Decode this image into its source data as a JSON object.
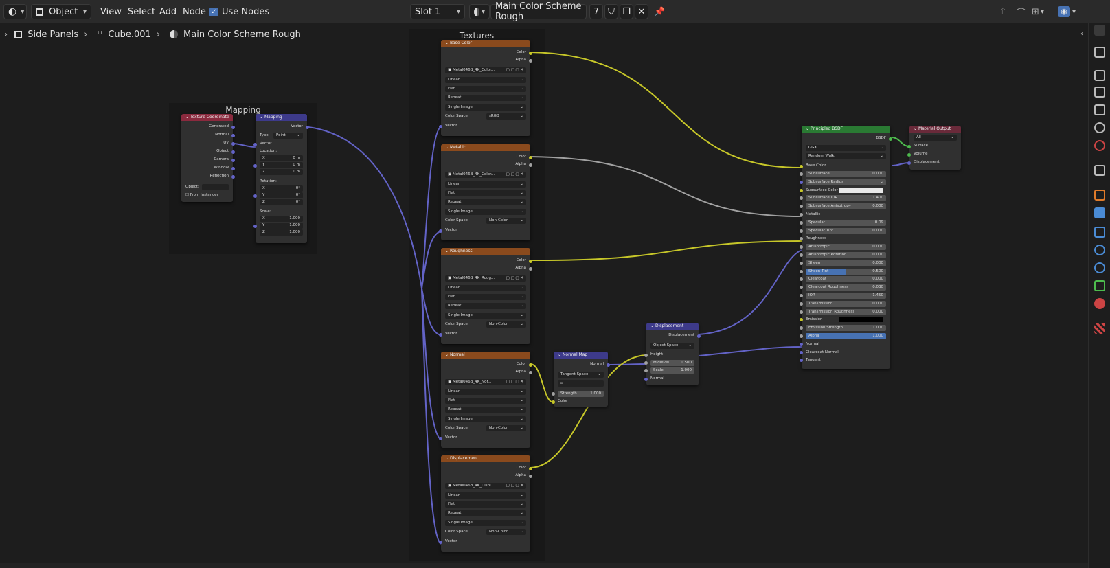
{
  "header": {
    "mode": "Object",
    "menus": [
      "View",
      "Select",
      "Add",
      "Node"
    ],
    "use_nodes_label": "Use Nodes",
    "slot": "Slot 1",
    "material_name": "Main Color Scheme Rough",
    "users": "7"
  },
  "breadcrumb": [
    "Side Panels",
    "Cube.001",
    "Main Color Scheme Rough"
  ],
  "frames": {
    "mapping_title": "Mapping",
    "textures_title": "Textures"
  },
  "nodes": {
    "texcoord": {
      "title": "Texture Coordinate",
      "outputs": [
        "Generated",
        "Normal",
        "UV",
        "Object",
        "Camera",
        "Window",
        "Reflection"
      ],
      "object_label": "Object:",
      "from_instancer": "From Instancer"
    },
    "mapping": {
      "title": "Mapping",
      "output": "Vector",
      "type_label": "Type:",
      "type_value": "Point",
      "vector": "Vector",
      "location": "Location:",
      "rotation": "Rotation:",
      "scale": "Scale:",
      "loc": [
        [
          "X",
          "0 m"
        ],
        [
          "Y",
          "0 m"
        ],
        [
          "Z",
          "0 m"
        ]
      ],
      "rot": [
        [
          "X",
          "0°"
        ],
        [
          "Y",
          "0°"
        ],
        [
          "Z",
          "0°"
        ]
      ],
      "scl": [
        [
          "X",
          "1.000"
        ],
        [
          "Y",
          "1.000"
        ],
        [
          "Z",
          "1.000"
        ]
      ]
    },
    "textures": [
      {
        "title": "Base Color",
        "image": "Metal046B_4K_Color...",
        "colorspace": "sRGB"
      },
      {
        "title": "Metallic",
        "image": "Metal046B_4K_Color...",
        "colorspace": "Non-Color"
      },
      {
        "title": "Roughness",
        "image": "Metal046B_4K_Roug...",
        "colorspace": "Non-Color"
      },
      {
        "title": "Normal",
        "image": "Metal046B_4K_Nor...",
        "colorspace": "Non-Color"
      },
      {
        "title": "Displacement",
        "image": "Metal046B_4K_Displ...",
        "colorspace": "Non-Color"
      }
    ],
    "texture_common": {
      "out_color": "Color",
      "out_alpha": "Alpha",
      "interp": "Linear",
      "proj": "Flat",
      "ext": "Repeat",
      "source": "Single Image",
      "colorspace_label": "Color Space",
      "in_vector": "Vector"
    },
    "normalmap": {
      "title": "Normal Map",
      "out": "Normal",
      "space": "Tangent Space",
      "strength_label": "Strength",
      "strength": "1.000",
      "in_color": "Color"
    },
    "displacement": {
      "title": "Displacement",
      "out": "Displacement",
      "space": "Object Space",
      "height": "Height",
      "midlevel_label": "Midlevel",
      "midlevel": "0.500",
      "scale_label": "Scale",
      "scale": "1.000",
      "normal": "Normal"
    },
    "principled": {
      "title": "Principled BSDF",
      "out": "BSDF",
      "dist": "GGX",
      "sss": "Random Walk",
      "base_color": "Base Color",
      "fields": [
        [
          "Subsurface",
          "0.000"
        ],
        [
          "Subsurface Radius",
          ""
        ],
        [
          "Subsurface Color",
          ""
        ],
        [
          "Subsurface IOR",
          "1.400"
        ],
        [
          "Subsurface Anisotropy",
          "0.000"
        ],
        [
          "Metallic",
          ""
        ],
        [
          "Specular",
          "0.09"
        ],
        [
          "Specular Tint",
          "0.000"
        ],
        [
          "Roughness",
          ""
        ],
        [
          "Anisotropic",
          "0.000"
        ],
        [
          "Anisotropic Rotation",
          "0.000"
        ],
        [
          "Sheen",
          "0.000"
        ],
        [
          "Sheen Tint",
          "0.500"
        ],
        [
          "Clearcoat",
          "0.000"
        ],
        [
          "Clearcoat Roughness",
          "0.030"
        ],
        [
          "IOR",
          "1.450"
        ],
        [
          "Transmission",
          "0.000"
        ],
        [
          "Transmission Roughness",
          "0.000"
        ],
        [
          "Emission",
          ""
        ],
        [
          "Emission Strength",
          "1.000"
        ],
        [
          "Alpha",
          "1.000"
        ],
        [
          "Normal",
          ""
        ],
        [
          "Clearcoat Normal",
          ""
        ],
        [
          "Tangent",
          ""
        ]
      ]
    },
    "output": {
      "title": "Material Output",
      "target": "All",
      "inputs": [
        "Surface",
        "Volume",
        "Displacement"
      ]
    }
  },
  "colors": {
    "texture_header": "#8a4a1d",
    "vector_header": "#3d3a8a",
    "input_header": "#8a2a3e",
    "shader_header": "#2a7a33",
    "output_header": "#6a2a3a"
  }
}
